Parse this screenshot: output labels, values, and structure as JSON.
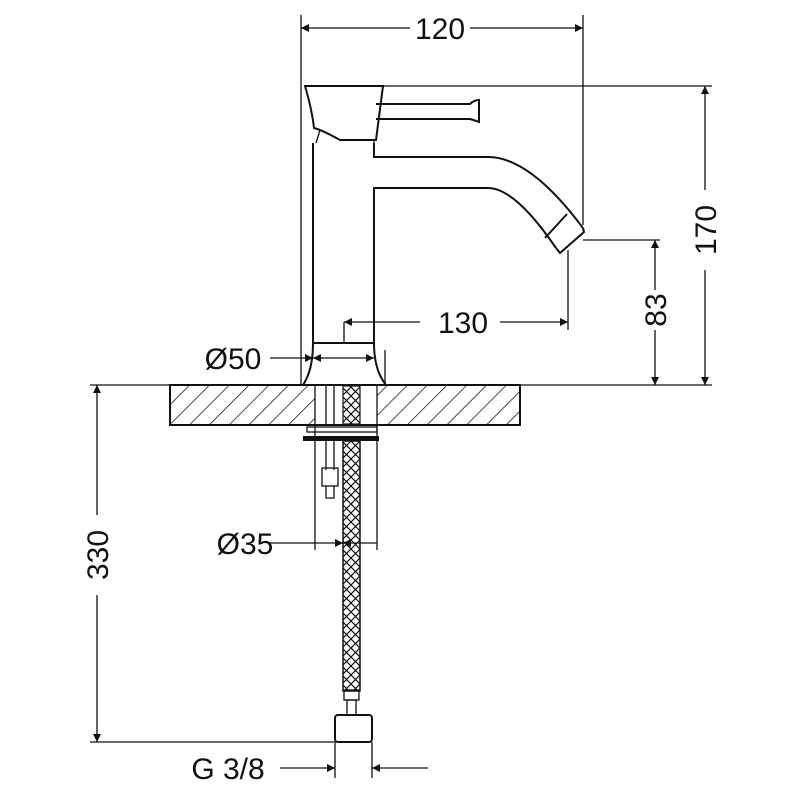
{
  "drawing": {
    "title": "Basin faucet dimension drawing",
    "dimensions": {
      "width_total": "120",
      "height_total": "170",
      "spout_reach": "130",
      "spout_height": "83",
      "base_diameter": "Ø50",
      "shank_diameter": "Ø35",
      "hose_length": "330",
      "connection_thread": "G 3/8"
    },
    "colors": {
      "line": "#111111",
      "background": "#ffffff"
    }
  }
}
